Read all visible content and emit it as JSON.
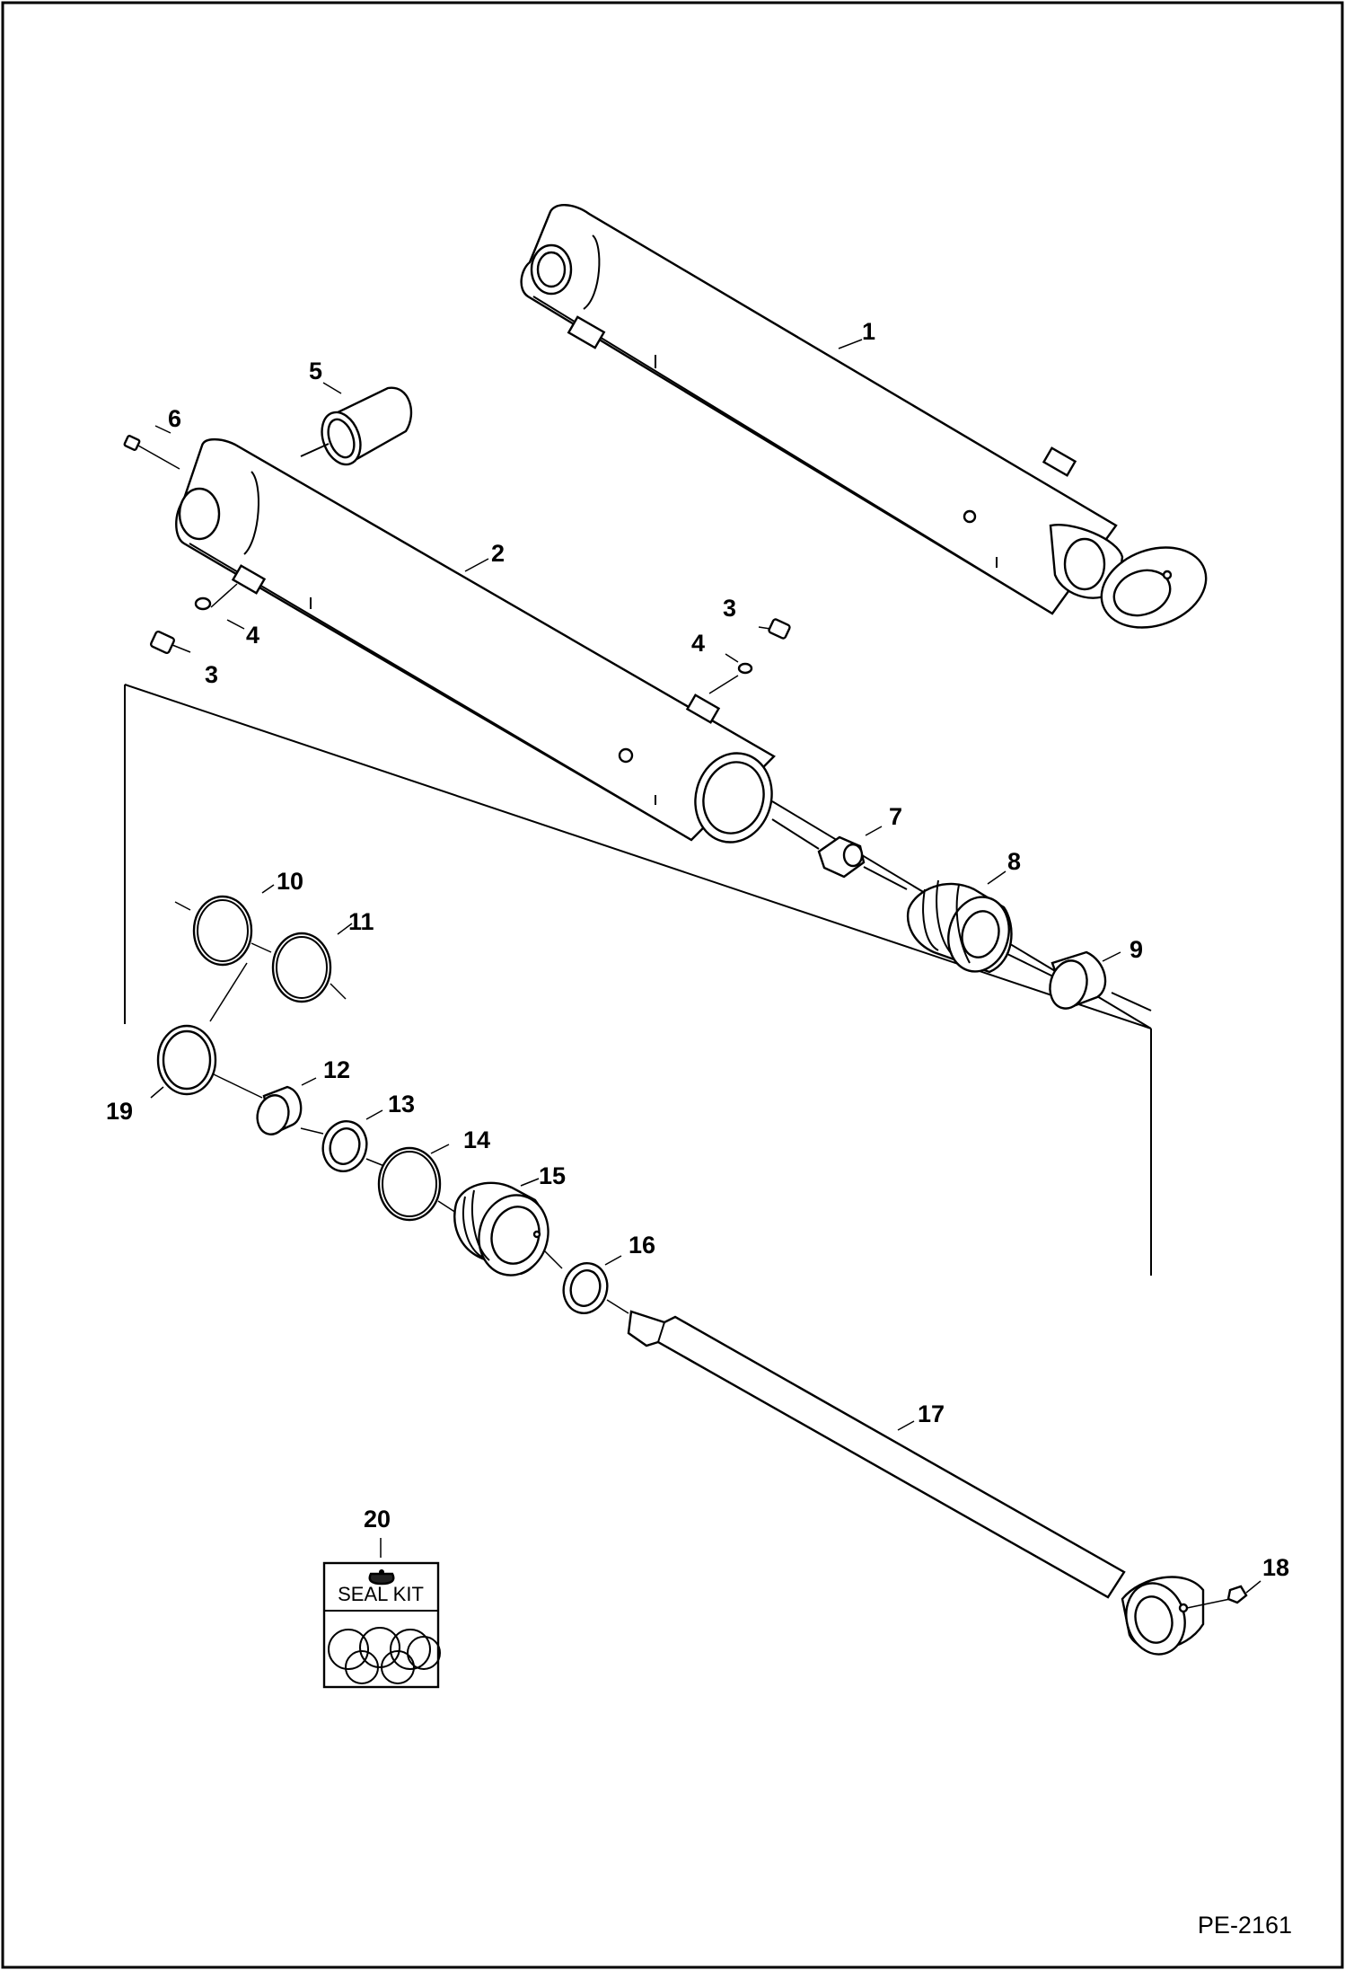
{
  "figure_id": "PE-2161",
  "seal_kit_label": "SEAL KIT",
  "callouts": {
    "c1": "1",
    "c2": "2",
    "c3a": "3",
    "c3b": "3",
    "c4a": "4",
    "c4b": "4",
    "c5": "5",
    "c6": "6",
    "c7": "7",
    "c8": "8",
    "c9": "9",
    "c10": "10",
    "c11": "11",
    "c12": "12",
    "c13": "13",
    "c14": "14",
    "c15": "15",
    "c16": "16",
    "c17": "17",
    "c18": "18",
    "c19": "19",
    "c20": "20"
  }
}
